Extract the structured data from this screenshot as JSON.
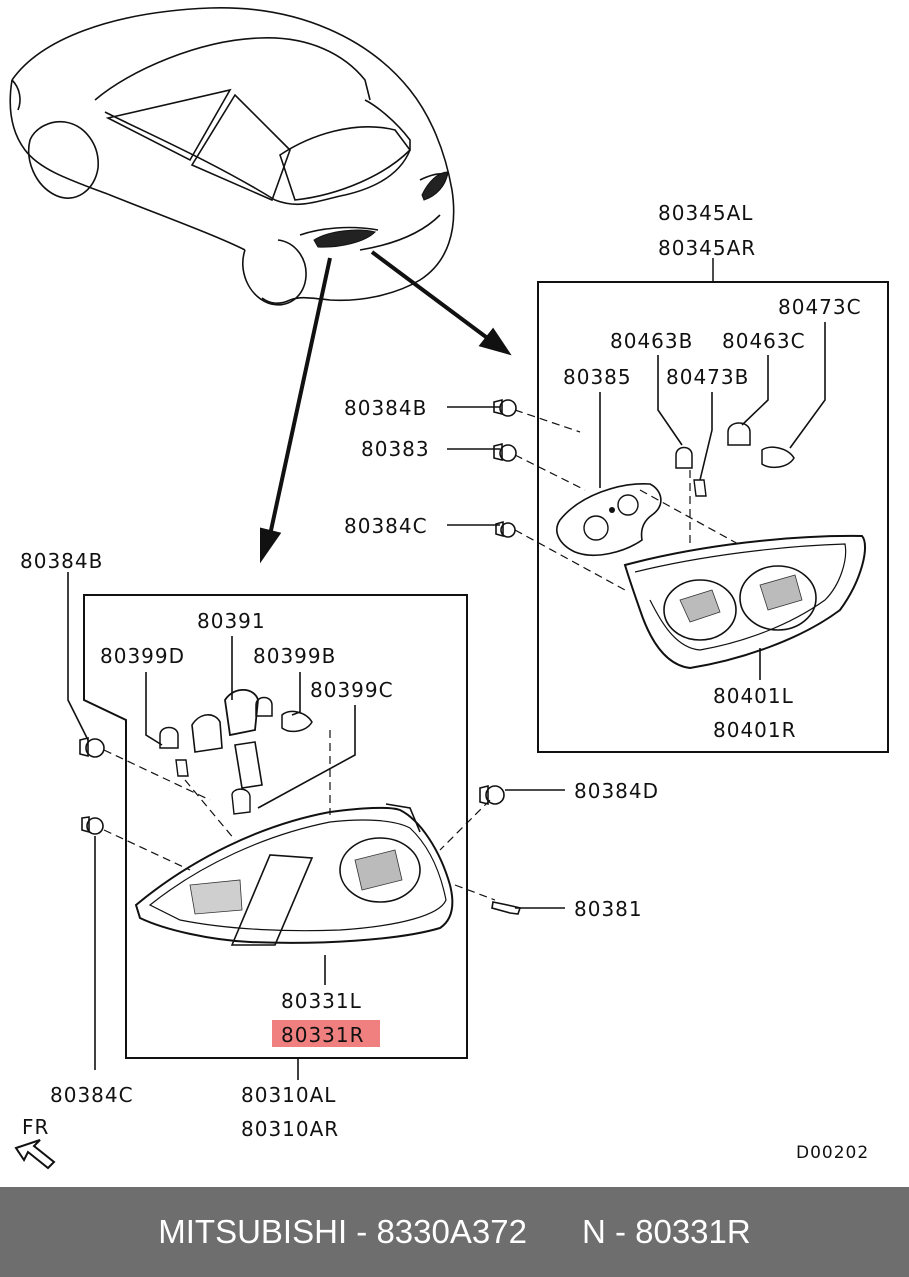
{
  "diagram": {
    "part_labels": {
      "p80345AL": "80345AL",
      "p80345AR": "80345AR",
      "p80473C": "80473C",
      "p80463B": "80463B",
      "p80463C": "80463C",
      "p80385": "80385",
      "p80473B": "80473B",
      "p80384B_right": "80384B",
      "p80383": "80383",
      "p80384C_right": "80384C",
      "p80401L": "80401L",
      "p80401R": "80401R",
      "p80384B_left": "80384B",
      "p80391": "80391",
      "p80399D": "80399D",
      "p80399B": "80399B",
      "p80399C": "80399C",
      "p80384D": "80384D",
      "p80381": "80381",
      "p80331L": "80331L",
      "p80331R": "80331R",
      "p80384C_left": "80384C",
      "p80310AL": "80310AL",
      "p80310AR": "80310AR"
    },
    "orientation_label": "FR",
    "drawing_code": "D00202",
    "highlight_color": "#f08080"
  },
  "footer": {
    "brand": "MITSUBISHI",
    "part_number": "8330A372",
    "ref_number": "N - 80331R"
  }
}
